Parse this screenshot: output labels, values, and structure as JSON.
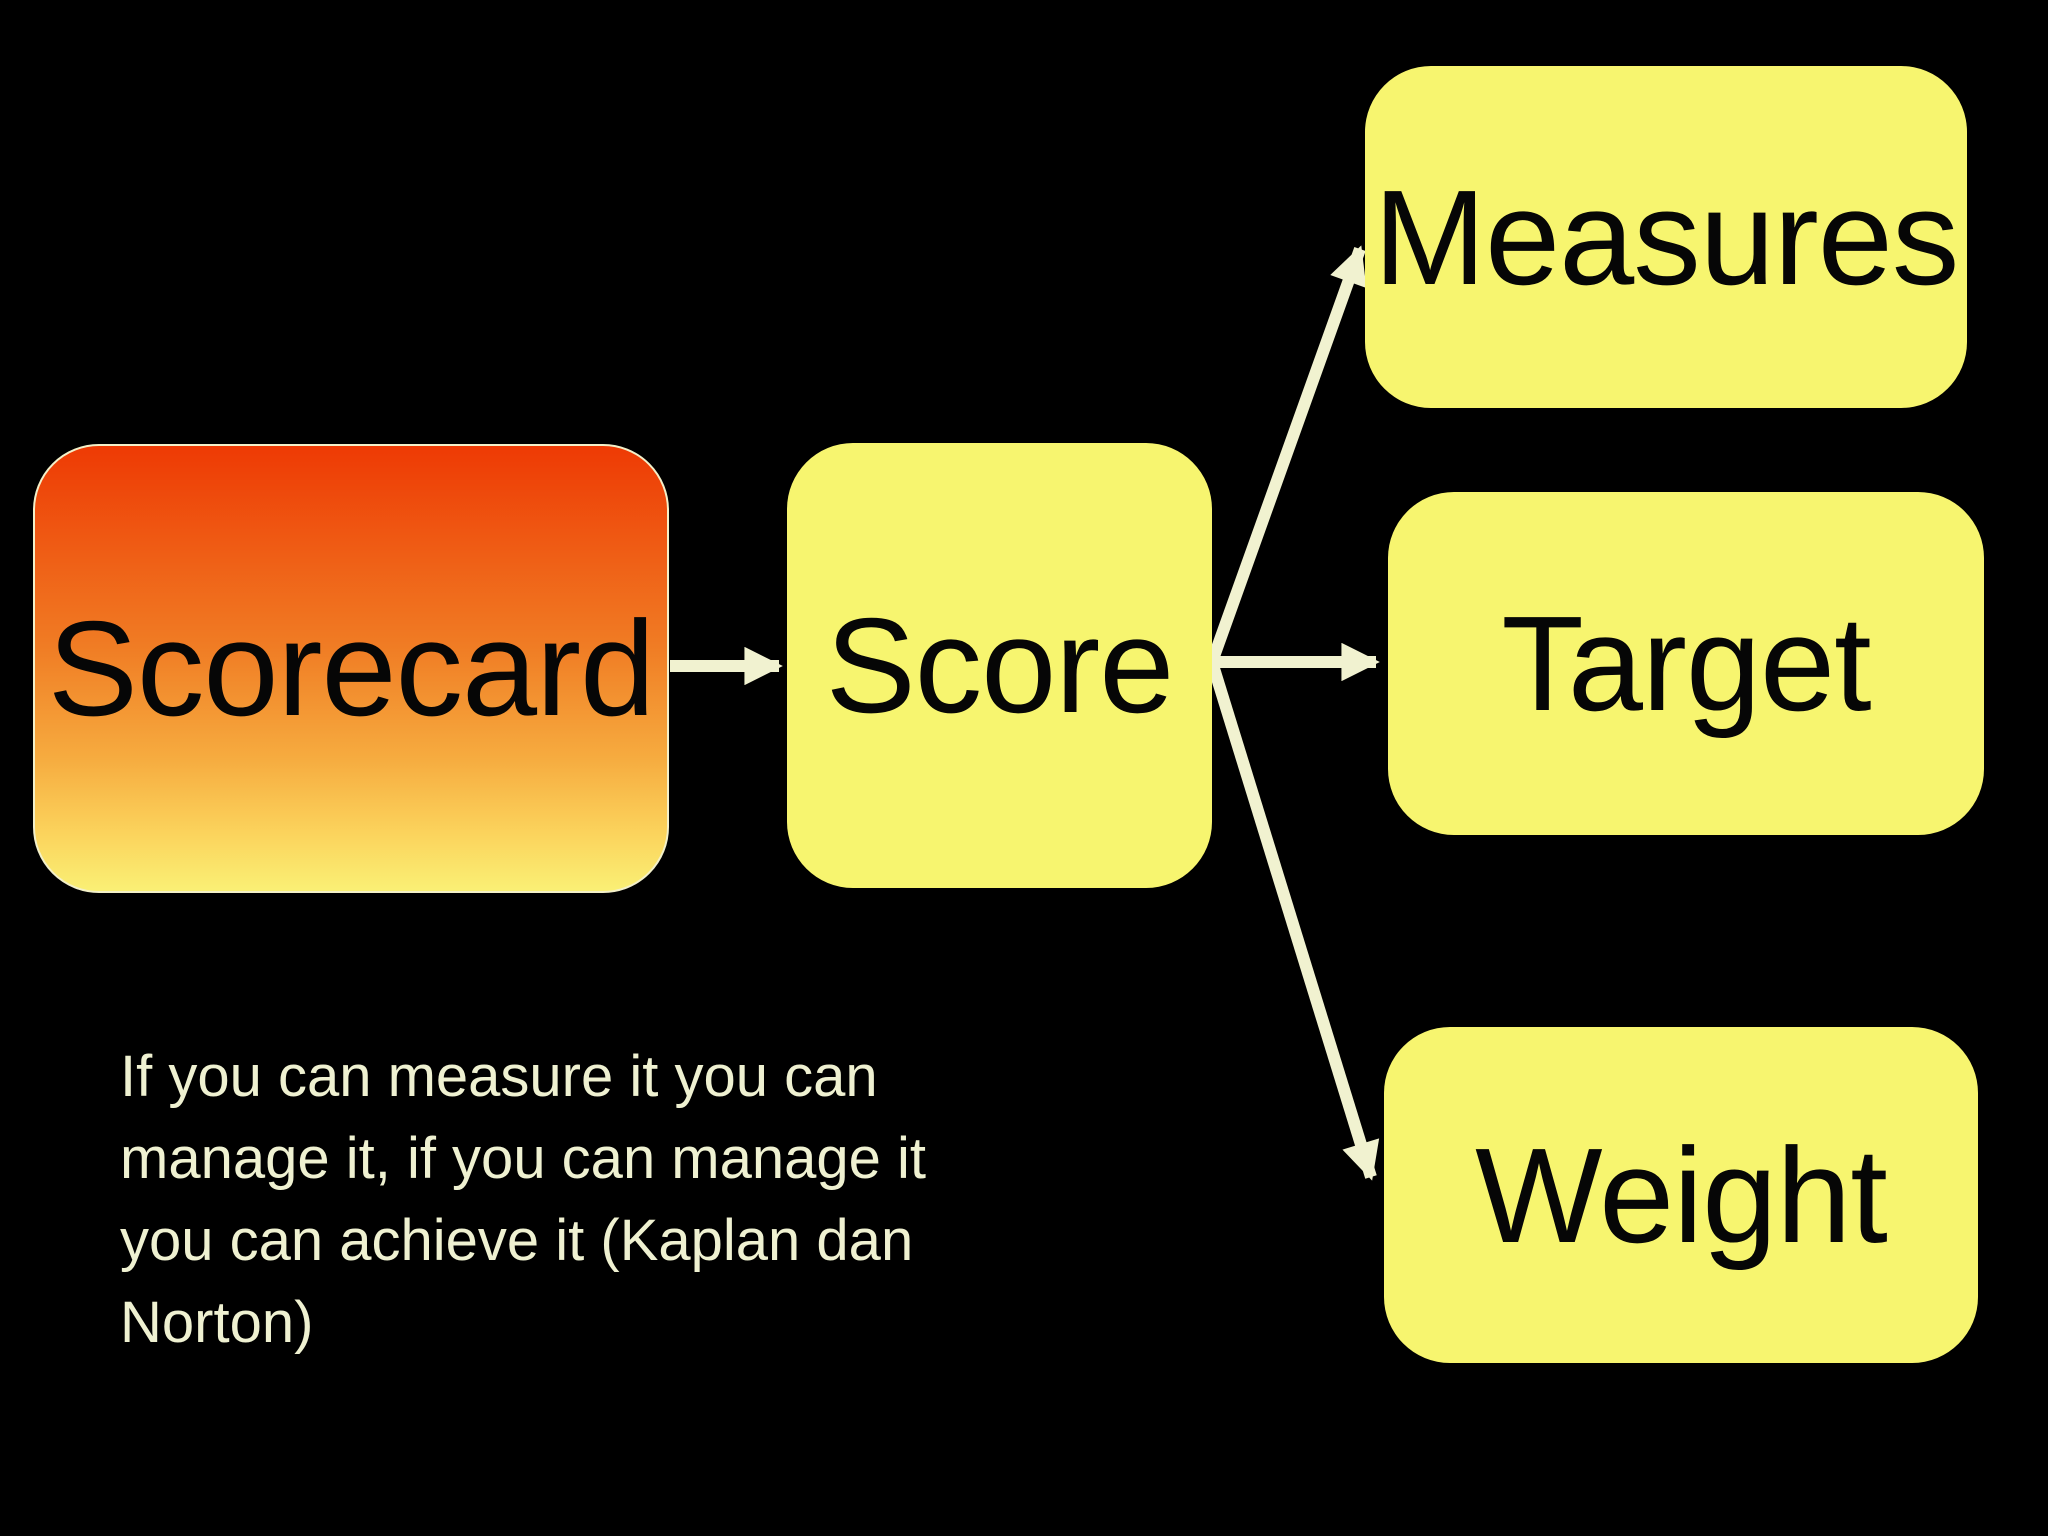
{
  "colors": {
    "background": "#000000",
    "node_yellow": "#f7f56f",
    "scorecard_gradient_top": "#ee3a04",
    "scorecard_gradient_bottom": "#faf075",
    "scorecard_outline": "#f3f0c9",
    "arrow": "#f1f2d0",
    "label_text": "#060606",
    "quote_text": "#eff1d1"
  },
  "nodes": {
    "scorecard": {
      "label": "Scorecard"
    },
    "score": {
      "label": "Score"
    },
    "measures": {
      "label": "Measures"
    },
    "target": {
      "label": "Target"
    },
    "weight": {
      "label": "Weight"
    }
  },
  "edges": [
    {
      "from": "Scorecard",
      "to": "Score"
    },
    {
      "from": "Score",
      "to": "Measures"
    },
    {
      "from": "Score",
      "to": "Target"
    },
    {
      "from": "Score",
      "to": "Weight"
    }
  ],
  "quote": {
    "text": "If you can measure it you can\nmanage it, if you can manage it\nyou can achieve it (Kaplan dan\nNorton)"
  }
}
